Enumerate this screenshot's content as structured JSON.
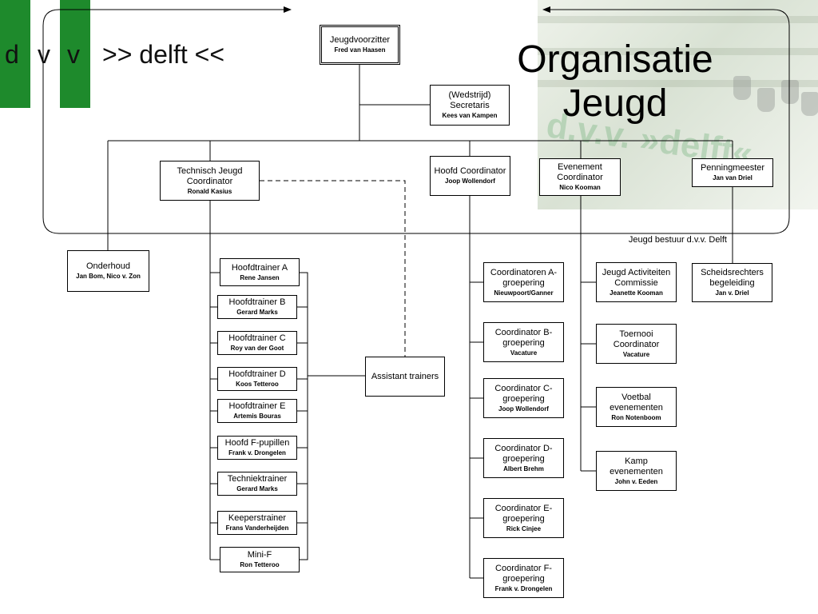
{
  "logo": {
    "letters": [
      "d",
      "v",
      "v"
    ],
    "suffix": ">> delft <<",
    "color": "#1e8a2c"
  },
  "title": {
    "line1": "Organisatie",
    "line2": "Jeugd"
  },
  "photo_watermark": "d.v.v. »delft«",
  "footer_note": "Jeugd bestuur d.v.v. Delft",
  "boxes": {
    "jeugdvoorzitter": {
      "role": "Jeugdvoorzitter",
      "person": "Fred van Haasen"
    },
    "secretaris": {
      "role": "(Wedstrijd) Secretaris",
      "person": "Kees van Kampen"
    },
    "technisch": {
      "role": "Technisch Jeugd Coordinator",
      "person": "Ronald Kasius"
    },
    "hoofd_coordinator": {
      "role": "Hoofd Coordinator",
      "person": "Joop Wollendorf"
    },
    "evenement": {
      "role": "Evenement Coordinator",
      "person": "Nico Kooman"
    },
    "penningmeester": {
      "role": "Penningmeester",
      "person": "Jan van Driel"
    },
    "onderhoud": {
      "role": "Onderhoud",
      "person": "Jan Bom, Nico v. Zon"
    },
    "scheidsrechters": {
      "role": "Scheidsrechters begeleiding",
      "person": "Jan v. Driel"
    },
    "assistant": {
      "role": "Assistant trainers"
    }
  },
  "trainers": [
    {
      "role": "Hoofdtrainer A",
      "person": "Rene Jansen"
    },
    {
      "role": "Hoofdtrainer B",
      "person": "Gerard Marks"
    },
    {
      "role": "Hoofdtrainer C",
      "person": "Roy van der Goot"
    },
    {
      "role": "Hoofdtrainer D",
      "person": "Koos Tetteroo"
    },
    {
      "role": "Hoofdtrainer E",
      "person": "Artemis Bouras"
    },
    {
      "role": "Hoofd F-pupillen",
      "person": "Frank v. Drongelen"
    },
    {
      "role": "Techniektrainer",
      "person": "Gerard Marks"
    },
    {
      "role": "Keeperstrainer",
      "person": "Frans Vanderheijden"
    },
    {
      "role": "Mini-F",
      "person": "Ron Tetteroo"
    }
  ],
  "coordinators": [
    {
      "role": "Coordinatoren A-groepering",
      "person": "Nieuwpoort/Ganner"
    },
    {
      "role": "Coordinator B-groepering",
      "person": "Vacature"
    },
    {
      "role": "Coordinator C-groepering",
      "person": "Joop Wollendorf"
    },
    {
      "role": "Coordinator D-groepering",
      "person": "Albert Brehm"
    },
    {
      "role": "Coordinator E-groepering",
      "person": "Rick Cinjee"
    },
    {
      "role": "Coordinator F-groepering",
      "person": "Frank v. Drongelen"
    }
  ],
  "events": [
    {
      "role": "Jeugd Activiteiten Commissie",
      "person": "Jeanette Kooman"
    },
    {
      "role": "Toernooi Coordinator",
      "person": "Vacature"
    },
    {
      "role": "Voetbal evenementen",
      "person": "Ron Notenboom"
    },
    {
      "role": "Kamp evenementen",
      "person": "John v. Eeden"
    }
  ]
}
